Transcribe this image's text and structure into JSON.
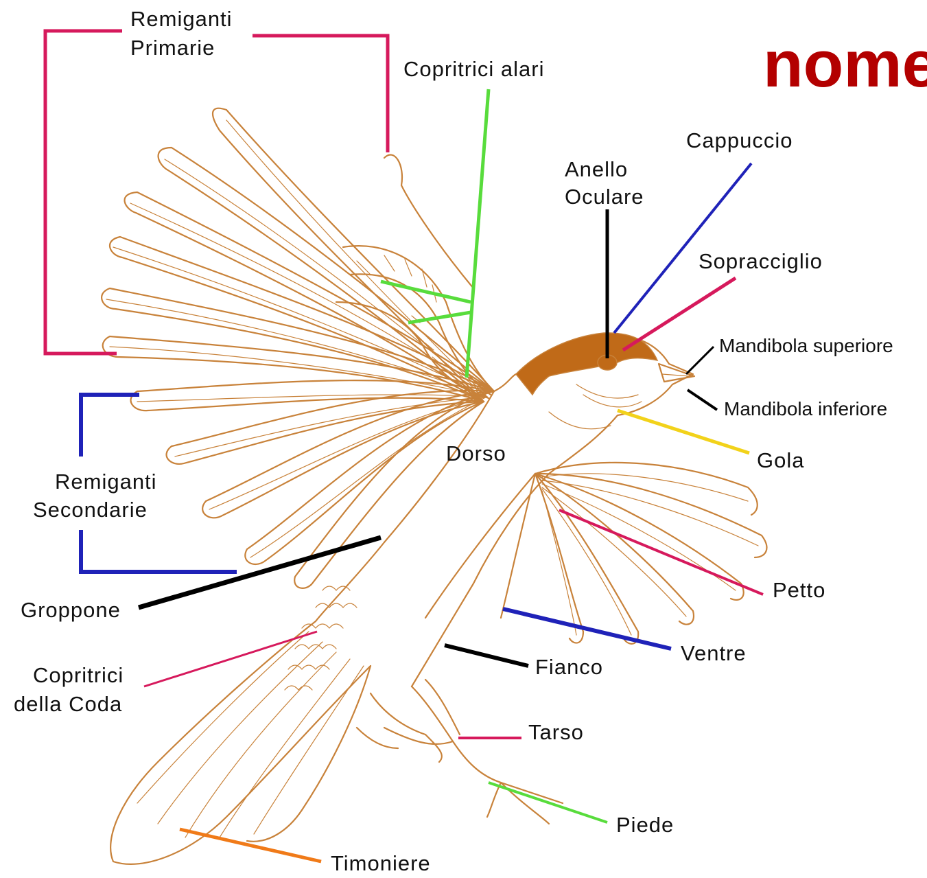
{
  "title": "nomenclatura",
  "colors": {
    "outline": "#c8823a",
    "cap": "#c06a18",
    "title": "#b30000",
    "pink": "#d6195c",
    "blue": "#1f22b8",
    "green": "#58dc3c",
    "black": "#000000",
    "yellow": "#f2d21a",
    "orange": "#f07a18"
  },
  "labels": {
    "remiganti_primarie": [
      "Remiganti",
      "Primarie"
    ],
    "copritrici_alari": "Copritrici alari",
    "cappuccio": "Cappuccio",
    "anello_oculare": [
      "Anello",
      "Oculare"
    ],
    "sopracciglio": "Sopracciglio",
    "mandibola_superiore": "Mandibola superiore",
    "mandibola_inferiore": "Mandibola inferiore",
    "gola": "Gola",
    "dorso": "Dorso",
    "remiganti_secondarie": [
      "Remiganti",
      "Secondarie"
    ],
    "petto": "Petto",
    "groppone": "Groppone",
    "ventre": "Ventre",
    "fianco": "Fianco",
    "copritrici_coda": [
      "Copritrici",
      "della Coda"
    ],
    "tarso": "Tarso",
    "piede": "Piede",
    "timoniere": "Timoniere"
  }
}
